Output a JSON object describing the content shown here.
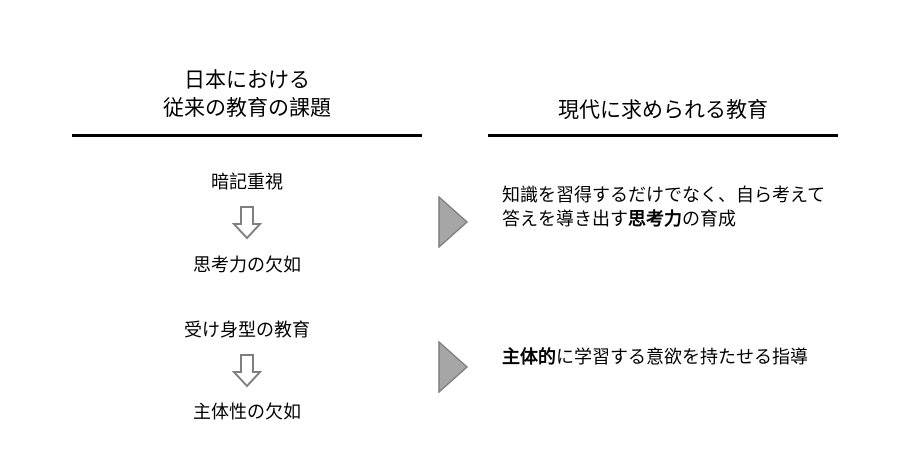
{
  "left_header": {
    "line1": "日本における",
    "line2": "従来の教育の課題"
  },
  "right_header": "現代に求められる教育",
  "issues": [
    {
      "cause": "暗記重視",
      "effect": "思考力の欠如",
      "solution": {
        "pre": "知識を習得するだけでなく、自ら考えて答えを導き出す",
        "bold": "思考力",
        "post": "の育成"
      }
    },
    {
      "cause": "受け身型の教育",
      "effect": "主体性の欠如",
      "solution": {
        "pre": "",
        "bold": "主体的",
        "post": "に学習する意欲を持たせる指導"
      }
    }
  ],
  "colors": {
    "arrow_fill": "#a6a6a6",
    "arrow_stroke": "#7f7f7f",
    "down_arrow_stroke": "#7f7f7f",
    "rule": "#000000"
  },
  "icons": {
    "down_arrow": "hollow-down-arrow-icon",
    "right_triangle": "right-triangle-arrow-icon"
  }
}
